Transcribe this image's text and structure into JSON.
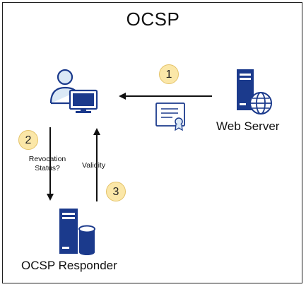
{
  "title": "OCSP",
  "nodes": {
    "web_server_label": "Web Server",
    "ocsp_responder_label": "OCSP Responder"
  },
  "edges": {
    "revocation_status": "Revocation Status?",
    "validity": "Validity"
  },
  "steps": [
    "1",
    "2",
    "3"
  ],
  "colors": {
    "icon_blue": "#1b3a8c",
    "light_blue": "#dbe9f6",
    "badge_fill": "#fbe7a8",
    "badge_border": "#e4c36a"
  },
  "icons": [
    "user-computer-icon",
    "web-server-icon",
    "certificate-icon",
    "database-server-icon"
  ]
}
